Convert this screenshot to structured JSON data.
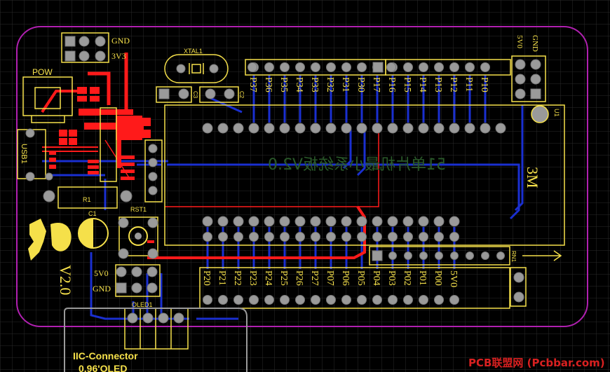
{
  "board": {
    "title": "51单片机最小系统板V2.0",
    "version": "V2.0",
    "watermark": "PCB联盟网 (Pcbbar.com)",
    "oled_title": "IIC-Connector",
    "oled_subtitle": "0.96'OLED",
    "mirror_mark": "3M"
  },
  "designators": {
    "xtal": "XTAL1",
    "pow": "POW",
    "usb": "USB1",
    "r1": "R1",
    "c1": "C1",
    "rst": "RST1",
    "oled": "OLED1",
    "rn1": "RN1",
    "u1": "U1",
    "c2": "C2",
    "c3": "C3"
  },
  "power_labels": {
    "gnd_top": "GND",
    "v33": "3V3",
    "v5_left": "5V0",
    "gnd_left": "GND",
    "v5_right": "5V0",
    "gnd_right": "GND"
  },
  "top_pins": [
    "P37",
    "P36",
    "P35",
    "P34",
    "P33",
    "P32",
    "P31",
    "P30",
    "P17",
    "P16",
    "P15",
    "P14",
    "P13",
    "P12",
    "P11",
    "P10"
  ],
  "bottom_pins": [
    "P20",
    "P21",
    "P22",
    "P23",
    "P24",
    "P25",
    "P26",
    "P27",
    "P07",
    "P06",
    "P05",
    "P04",
    "P03",
    "P02",
    "P01",
    "P00",
    "5V0"
  ],
  "colors": {
    "board_outline": "#b020b0",
    "silkscreen": "#f5e04a",
    "top_copper": "#ff1a1a",
    "bottom_copper": "#1a2fd0",
    "pad": "#9a9a9a",
    "title_text": "#2a5a2a"
  }
}
